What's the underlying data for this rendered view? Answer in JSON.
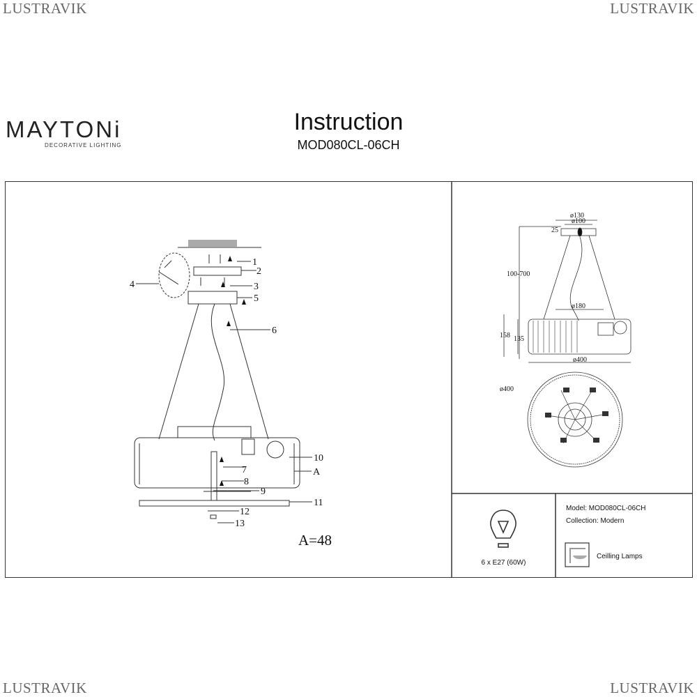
{
  "watermark": "LUSTRAVIK",
  "brand": {
    "name": "MAYTONi",
    "tagline": "DECORATIVE LIGHTING"
  },
  "header": {
    "title": "Instruction",
    "model": "MOD080CL-06CH"
  },
  "assembly": {
    "part_labels": [
      "1",
      "2",
      "3",
      "4",
      "5",
      "6",
      "7",
      "8",
      "9",
      "10",
      "11",
      "12",
      "13",
      "A"
    ],
    "note": "A=48"
  },
  "dimensions": {
    "d130": "ø130",
    "d100": "ø100",
    "h25": "25",
    "h_range": "100-700",
    "d180": "ø180",
    "h158": "158",
    "h135": "135",
    "d400": "ø400",
    "d400_top": "ø400"
  },
  "specs": {
    "bulb": "6 x E27 (60W)",
    "model": "Model: MOD080CL-06CH",
    "collection": "Collection: Modern",
    "category": "Ceilling Lamps"
  }
}
